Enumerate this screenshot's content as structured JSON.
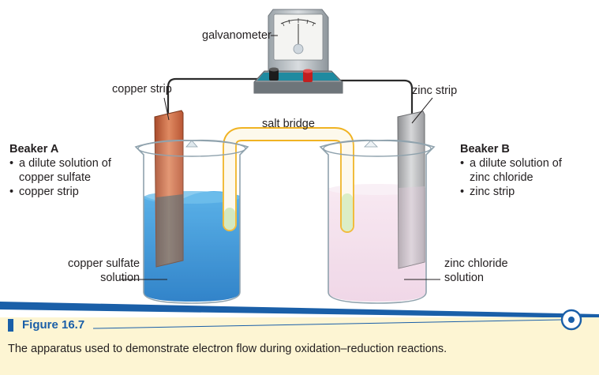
{
  "labels": {
    "galvanometer": "galvanometer",
    "copper_strip": "copper strip",
    "zinc_strip": "zinc strip",
    "salt_bridge": "salt bridge",
    "copper_sulfate_solution": [
      "copper sulfate",
      "solution"
    ],
    "zinc_chloride_solution": [
      "zinc chloride",
      "solution"
    ]
  },
  "beaker_a": {
    "title": "Beaker A",
    "items": [
      "a dilute solution of",
      "copper sulfate",
      "copper strip"
    ]
  },
  "beaker_b": {
    "title": "Beaker B",
    "items": [
      "a dilute solution of",
      "zinc chloride",
      "zinc strip"
    ]
  },
  "figure": {
    "title": "Figure 16.7",
    "caption": "The apparatus used to demonstrate electron flow during oxidation–reduction reactions."
  },
  "colors": {
    "copper_sulfate": "#1a8fd8",
    "zinc_chloride": "#f3dcea",
    "copper": "#c8663f",
    "zinc": "#a9aaac",
    "salt_bridge": "#f0b323",
    "caption_band": "#fdf5d3",
    "accent": "#1a5fa8"
  },
  "icons": [
    "galvanometer-icon",
    "beaker-icon",
    "target-icon"
  ]
}
